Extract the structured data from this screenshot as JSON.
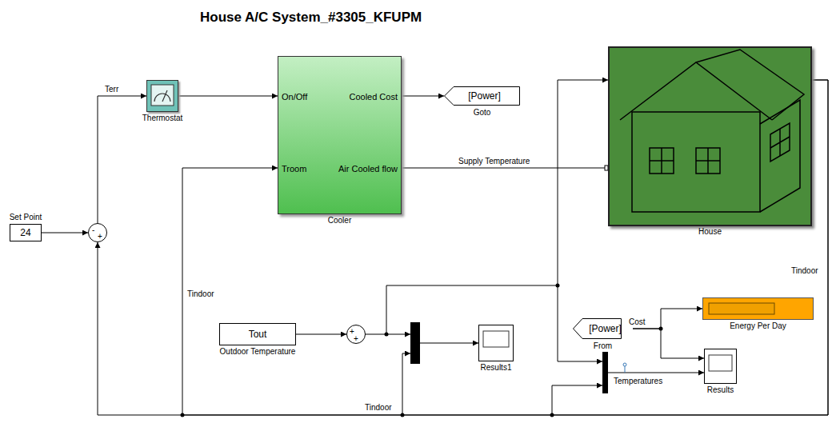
{
  "diagram": {
    "title": "House A/C System_#3305_KFUPM",
    "nodes": [
      {
        "text": [
          "Set Point",
          "24"
        ]
      },
      {
        "text": [
          "-",
          "+"
        ]
      },
      {
        "text": [
          "Thermostat"
        ]
      },
      {
        "text": [
          "On/Off",
          "Cooled Cost",
          "Troom",
          "Air Cooled flow",
          "Cooler"
        ]
      },
      {
        "text": [
          "[Power]",
          "Goto"
        ]
      },
      {
        "text": [
          "House"
        ]
      },
      {
        "text": [
          "Tout",
          "Outdoor Temperature"
        ]
      },
      {
        "text": [
          "+",
          "+"
        ]
      },
      {
        "text": [
          "Results1"
        ]
      },
      {
        "text": [
          "[Power]",
          "From"
        ]
      },
      {
        "text": [
          "Energy Per Day"
        ]
      },
      {
        "text": [
          "Results"
        ]
      }
    ],
    "edges": [
      {
        "from": 0,
        "to": 1,
        "arrow": "to"
      },
      {
        "from": 1,
        "to": 2,
        "arrow": "to",
        "label": "Terr"
      },
      {
        "from": 2,
        "to": 3,
        "arrow": "to"
      },
      {
        "from": 3,
        "to": 4,
        "arrow": "to"
      },
      {
        "from": 3,
        "to": 5,
        "arrow": "none",
        "label": "Supply Temperature"
      },
      {
        "from": 7,
        "to": 5,
        "arrow": "to"
      },
      {
        "from": 5,
        "to": 1,
        "arrow": "to"
      },
      {
        "from": 5,
        "to": 3,
        "arrow": "to"
      },
      {
        "from": 6,
        "to": 7,
        "arrow": "to"
      },
      {
        "from": 9,
        "to": 10,
        "arrow": "to",
        "label": "Cost"
      },
      {
        "from": 9,
        "to": 11,
        "arrow": "to"
      }
    ],
    "labels": [
      "Tindoor",
      "Tindoor",
      "Tindoor",
      "Temperatures"
    ]
  }
}
